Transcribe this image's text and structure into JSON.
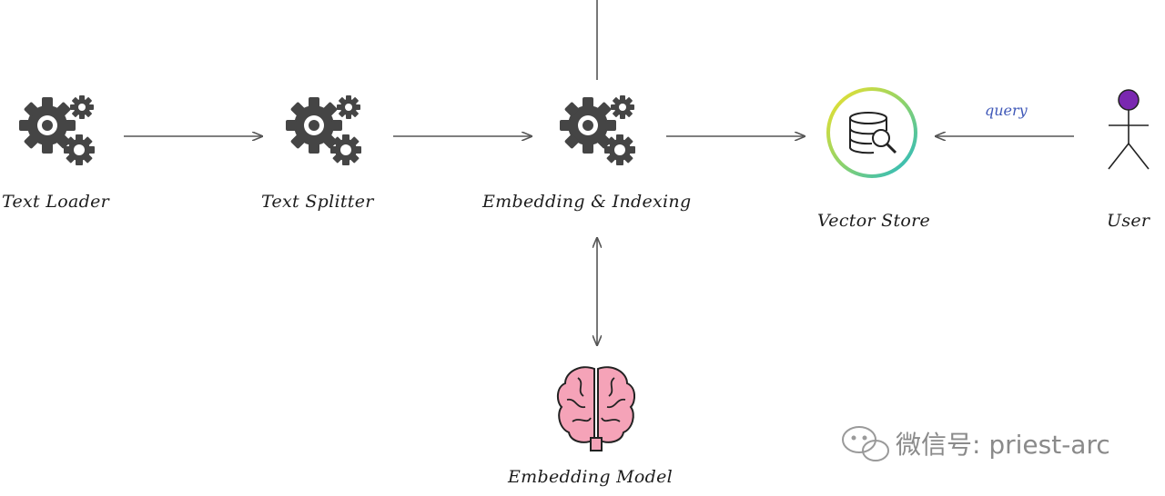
{
  "nodes": {
    "text_loader": {
      "label": "Text Loader",
      "icon": "gears-icon"
    },
    "text_splitter": {
      "label": "Text Splitter",
      "icon": "gears-icon"
    },
    "embedding_indexing": {
      "label": "Embedding & Indexing",
      "icon": "gears-icon"
    },
    "vector_store": {
      "label": "Vector Store",
      "icon": "database-search-icon"
    },
    "user": {
      "label": "User",
      "icon": "stick-figure-icon"
    },
    "embedding_model": {
      "label": "Embedding Model",
      "icon": "brain-icon"
    }
  },
  "edges": [
    {
      "from": "text_loader",
      "to": "text_splitter",
      "label": ""
    },
    {
      "from": "text_splitter",
      "to": "embedding_indexing",
      "label": ""
    },
    {
      "from": "embedding_indexing",
      "to": "vector_store",
      "label": ""
    },
    {
      "from": "user",
      "to": "vector_store",
      "label": "query"
    },
    {
      "from": "embedding_indexing",
      "to": "embedding_model",
      "label": "",
      "bidirectional": true
    }
  ],
  "watermark": {
    "text": "微信号: priest-arc",
    "icon": "wechat-icon"
  },
  "colors": {
    "gear": "#454545",
    "arrow": "#555555",
    "edge_label": "#3f58b8",
    "user_head": "#7a28b0",
    "brain_fill": "#f5a3b8",
    "ring_start": "#f2e12a",
    "ring_end": "#21b8c8"
  }
}
